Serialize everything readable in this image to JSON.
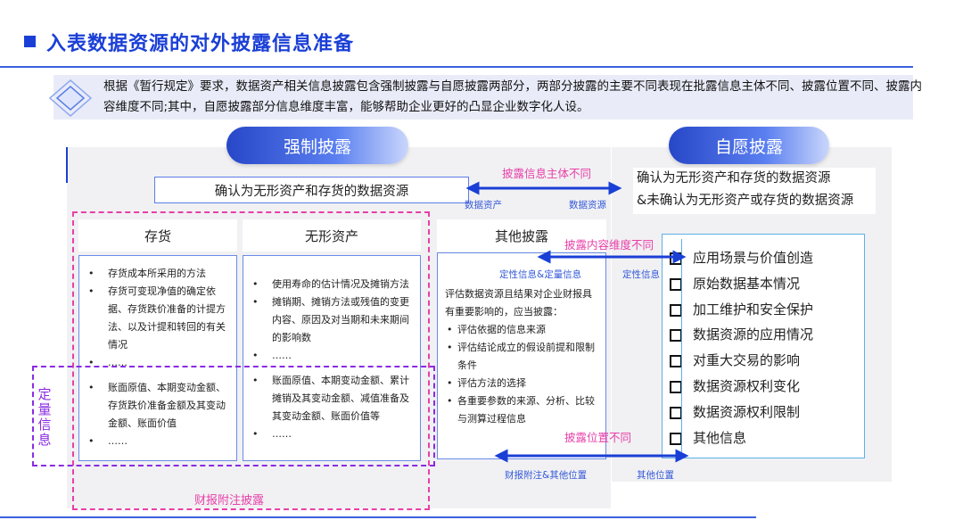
{
  "title": "入表数据资源的对外披露信息准备",
  "intro": "根据《暂行规定》要求，数据资产相关信息披露包含强制披露与自愿披露两部分，两部分披露的主要不同表现在批露信息主体不同、披露位置不同、披露内容维度不同;其中，自愿披露部分信息维度丰富，能够帮助企业更好的凸显企业数字化人设。",
  "mandatory": {
    "title": "强制披露",
    "confirm_box": "确认为无形资产和存货的数据资源",
    "columns": {
      "inventory": {
        "title": "存货",
        "items_top": [
          "存货成本所采用的方法",
          "存货可变现净值的确定依据、存货跌价准备的计提方法、以及计提和转回的有关情况",
          "……"
        ],
        "items_bottom": [
          "账面原值、本期变动金额、存货跌价准备金额及其变动金额、账面价值",
          "……"
        ]
      },
      "intangible": {
        "title": "无形资产",
        "items_top": [
          "使用寿命的估计情况及摊销方法",
          "摊销期、摊销方法或残值的变更内容、原因及对当期和未来期间的影响数",
          "……"
        ],
        "items_bottom": [
          "账面原值、本期变动金额、累计摊销及其变动金额、减值准备及其变动金额、账面价值等",
          "……"
        ]
      },
      "other": {
        "title": "其他披露",
        "lead": "评估数据资源且结果对企业财报具有重要影响的，应当披露：",
        "items": [
          "评估依据的信息来源",
          "评估结论成立的假设前提和限制条件",
          "评估方法的选择",
          "各重要参数的来源、分析、比较与测算过程信息"
        ]
      }
    },
    "quantitative_label": "定量信息",
    "notes_label": "财报附注披露"
  },
  "voluntary": {
    "title": "自愿披露",
    "confirm_lines": [
      "确认为无形资产和存货的数据资源",
      "&未确认为无形资产或存货的数据资源"
    ],
    "items": [
      "应用场景与价值创造",
      "原始数据基本情况",
      "加工维护和安全保护",
      "数据资源的应用情况",
      "对重大交易的影响",
      "数据资源权利变化",
      "数据资源权利限制",
      "其他信息"
    ]
  },
  "differences": {
    "subject": {
      "label": "披露信息主体不同",
      "left": "数据资产",
      "right": "数据资源"
    },
    "content": {
      "label": "披露内容维度不同",
      "left": "定性信息&定量信息",
      "right": "定性信息"
    },
    "position": {
      "label": "披露位置不同",
      "left": "财报附注&其他位置",
      "right": "其他位置"
    }
  },
  "colors": {
    "accent_blue": "#1a3fd6",
    "pink": "#e83fa8",
    "purple": "#8a2be2",
    "panel_gray": "#f1f1f3"
  }
}
